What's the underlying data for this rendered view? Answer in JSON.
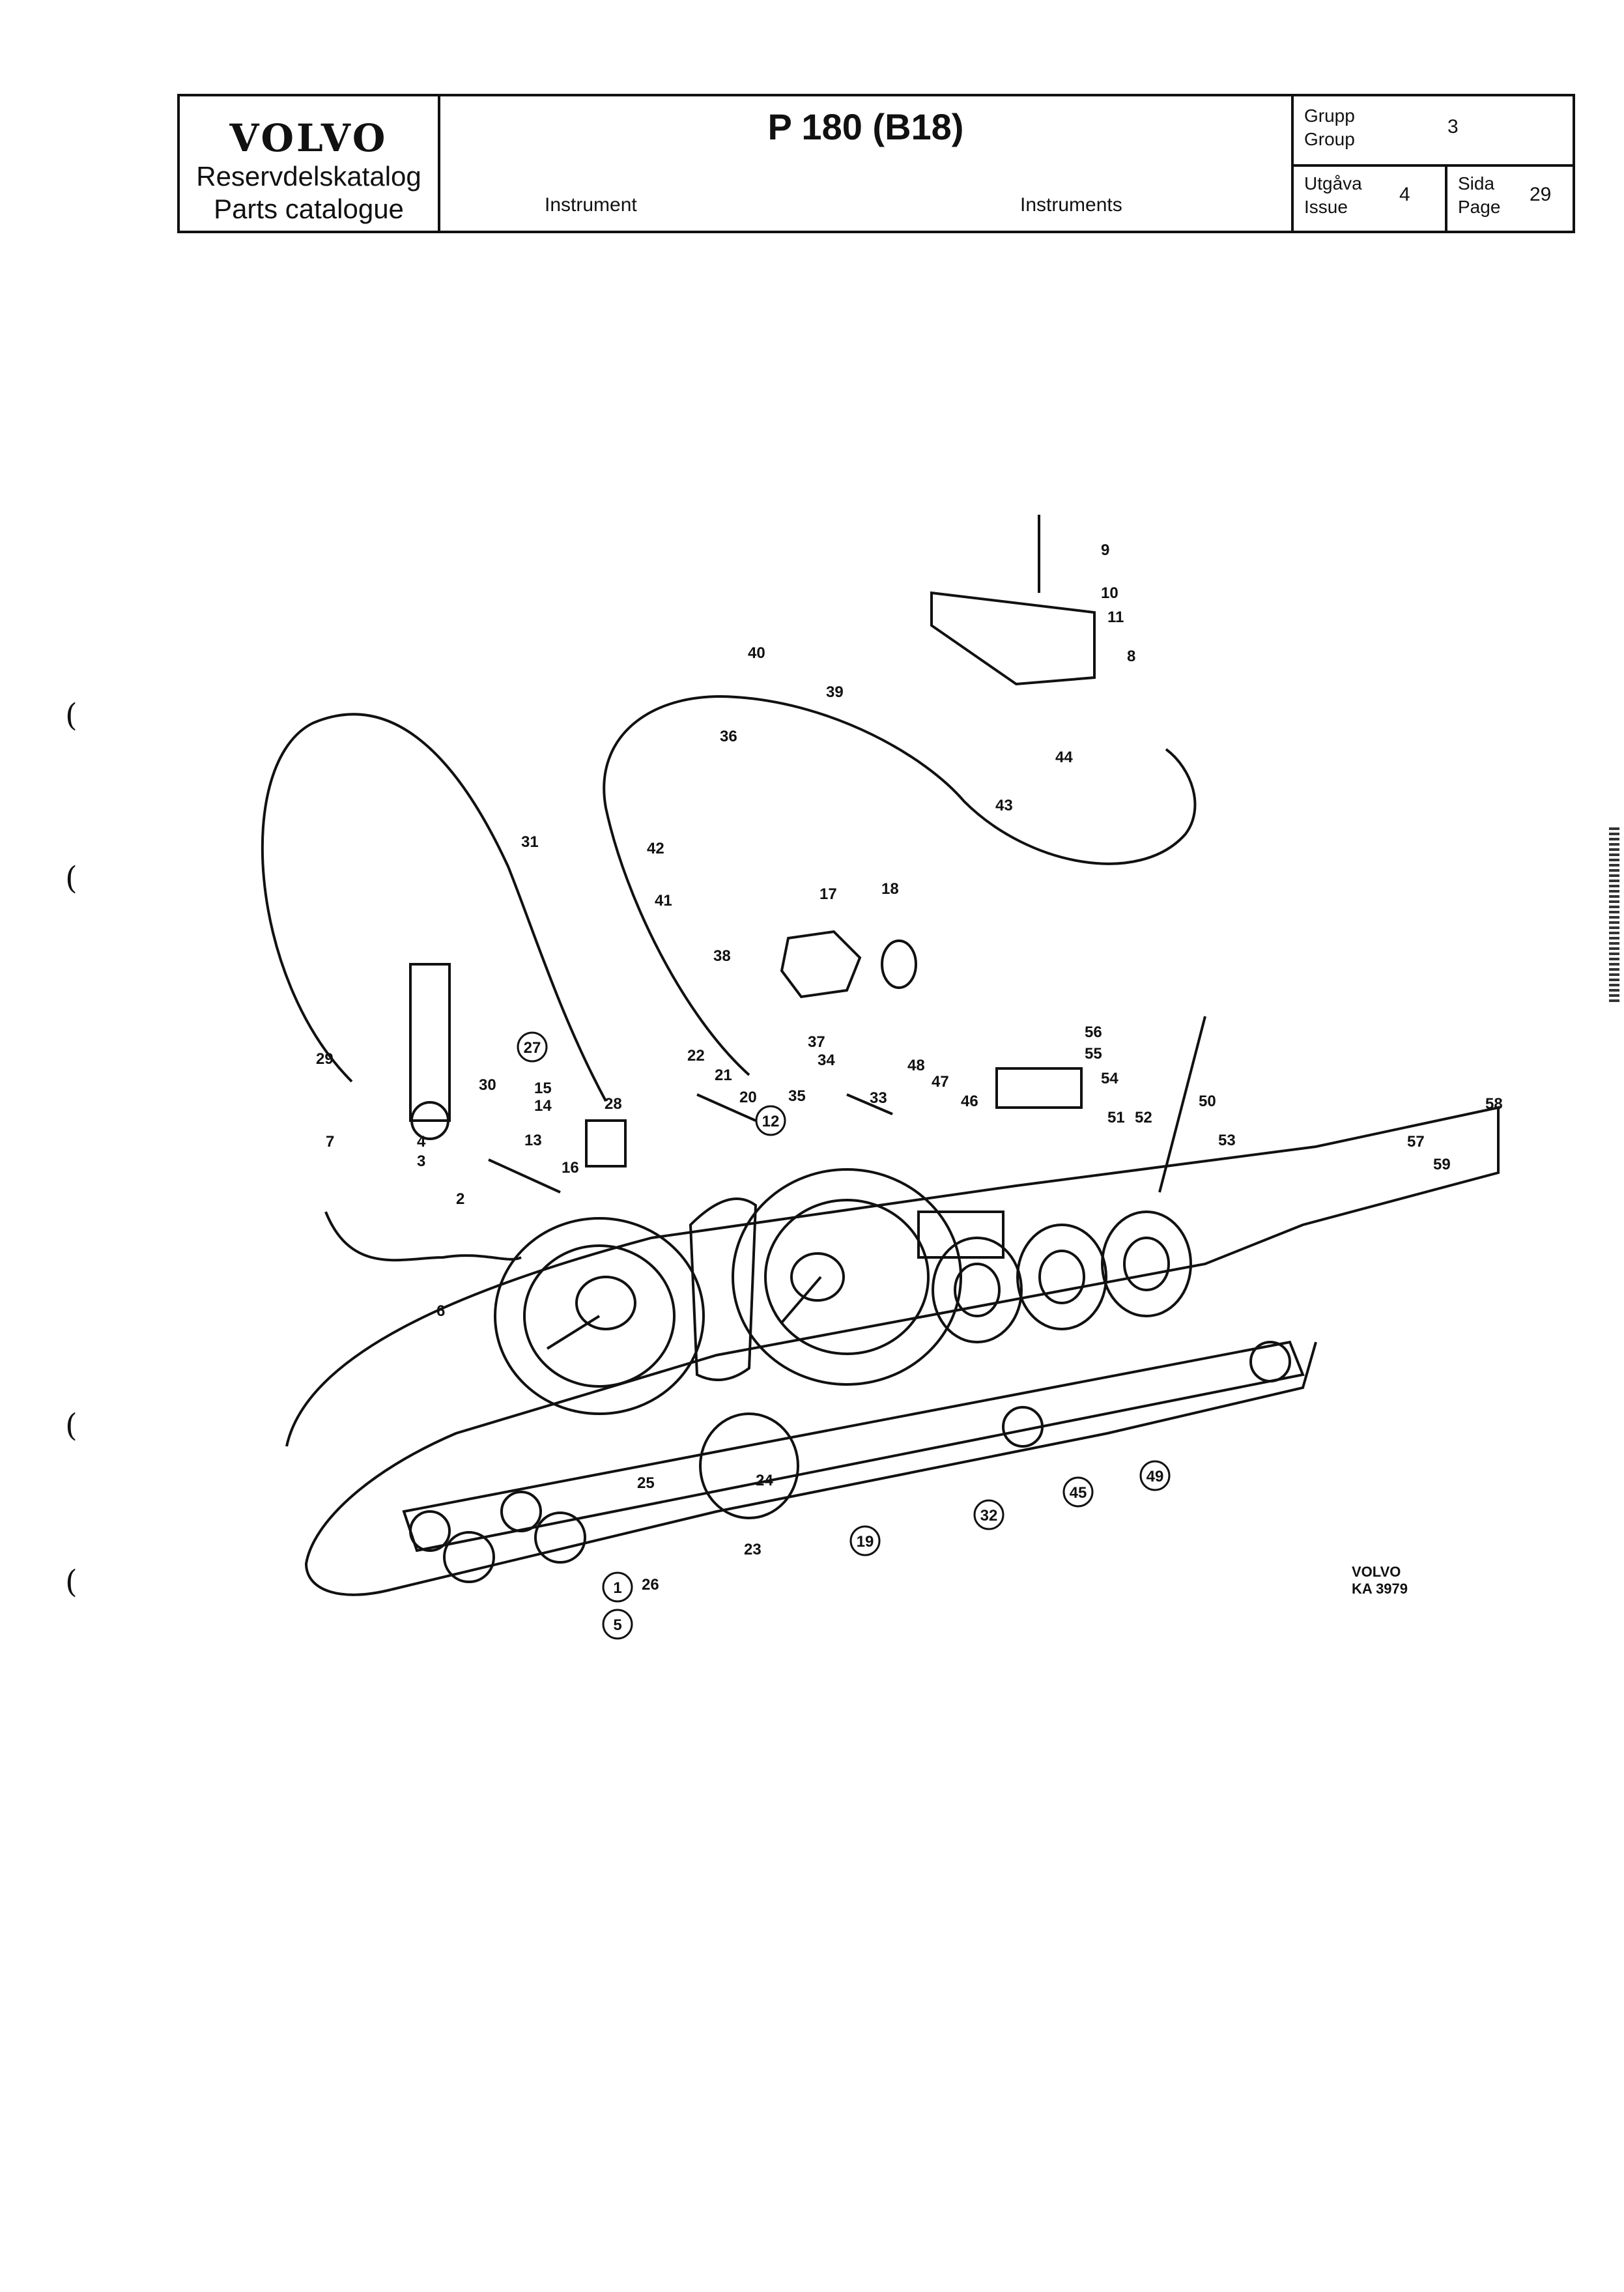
{
  "header": {
    "brand": "VOLVO",
    "catalog_sv": "Reservdelskatalog",
    "catalog_en": "Parts catalogue",
    "model": "P 180 (B18)",
    "section_sv": "Instrument",
    "section_en": "Instruments",
    "group_label_sv": "Grupp",
    "group_label_en": "Group",
    "group_value": "3",
    "issue_label_sv": "Utgåva",
    "issue_label_en": "Issue",
    "issue_value": "4",
    "page_label_sv": "Sida",
    "page_label_en": "Page",
    "page_value": "29"
  },
  "diagram": {
    "plain_labels": [
      "2",
      "3",
      "4",
      "6",
      "7",
      "8",
      "9",
      "10",
      "11",
      "13",
      "14",
      "15",
      "16",
      "17",
      "18",
      "20",
      "21",
      "22",
      "23",
      "24",
      "25",
      "26",
      "28",
      "29",
      "30",
      "31",
      "33",
      "34",
      "35",
      "36",
      "37",
      "38",
      "39",
      "40",
      "41",
      "42",
      "43",
      "44",
      "46",
      "47",
      "48",
      "50",
      "51",
      "52",
      "53",
      "54",
      "55",
      "56",
      "57",
      "58",
      "59"
    ],
    "circled_labels": [
      "1",
      "5",
      "12",
      "19",
      "27",
      "32",
      "45",
      "49"
    ],
    "reference": [
      "VOLVO",
      "KA 3979"
    ]
  }
}
